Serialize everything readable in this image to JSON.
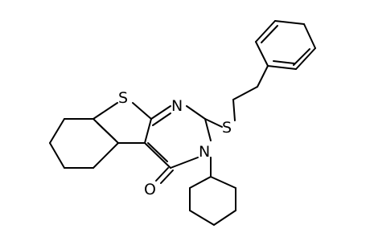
{
  "structure": {
    "atoms": {
      "sulfur_ring": "S",
      "sulfur_thioether": "S",
      "nitrogen_imine": "N",
      "nitrogen_amide": "N",
      "oxygen_carbonyl": "O"
    }
  }
}
